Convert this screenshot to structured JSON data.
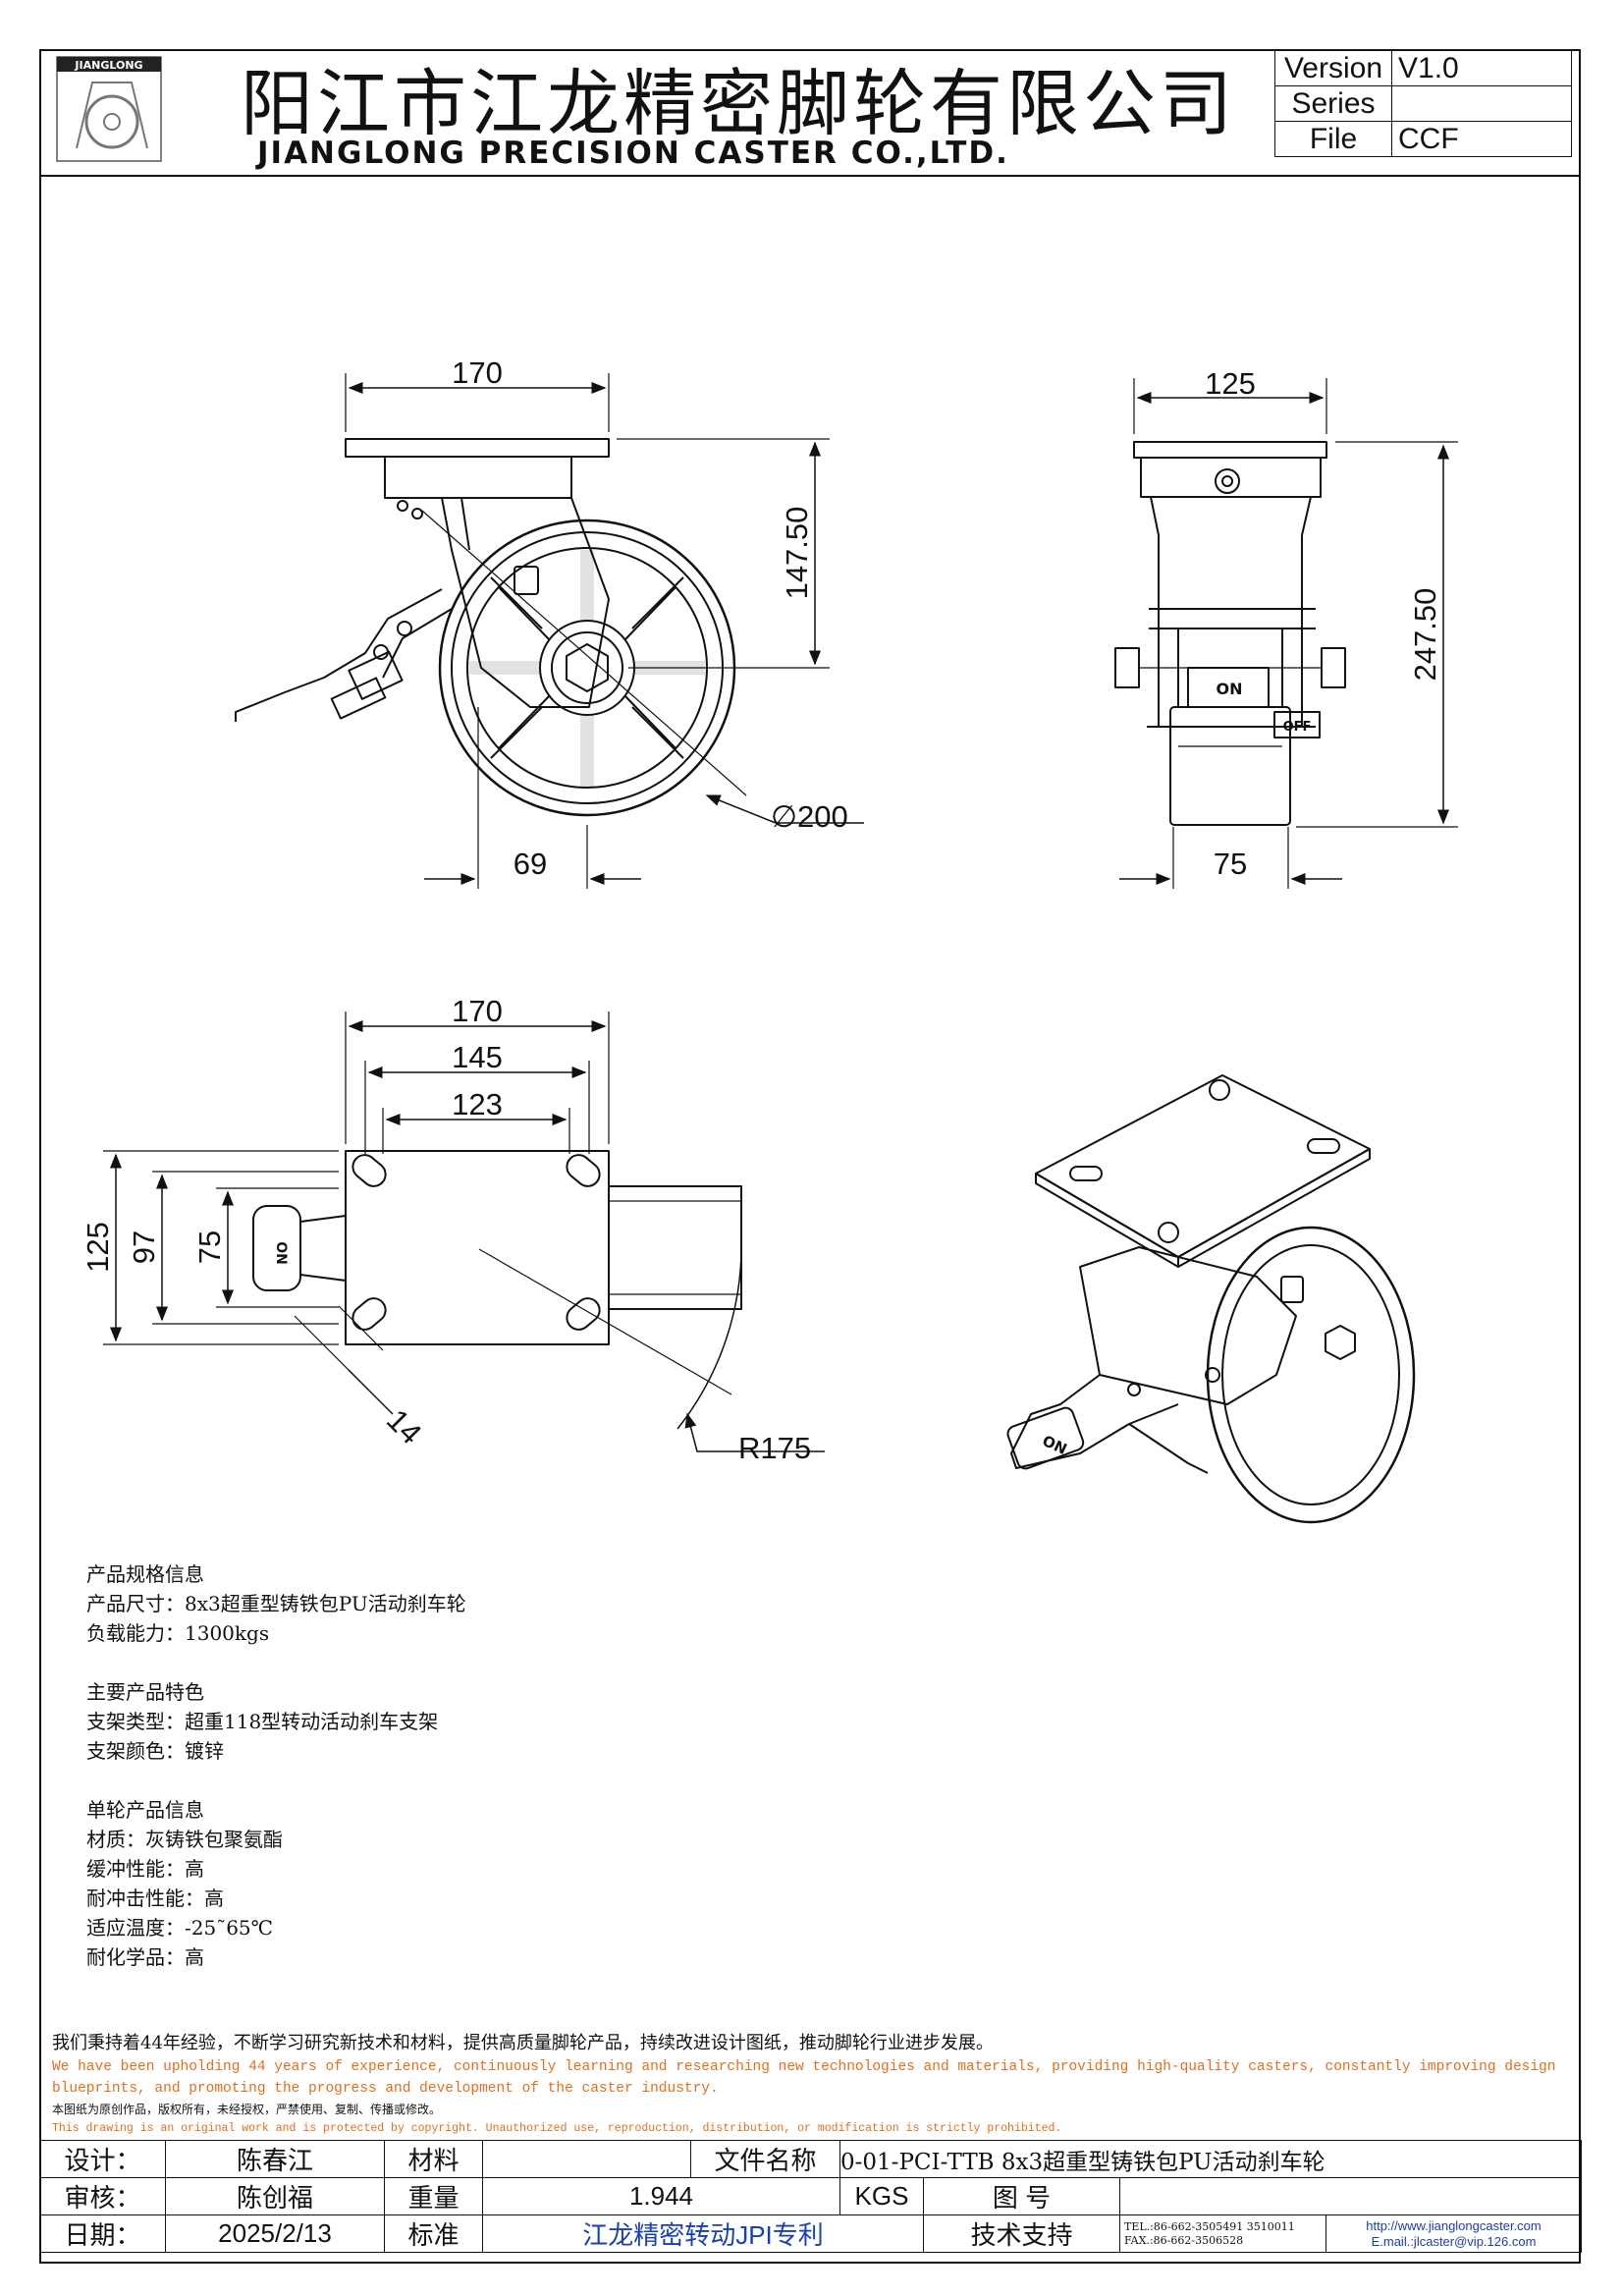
{
  "header": {
    "logo_text": "JIANGLONG",
    "company_cn": "阳江市江龙精密脚轮有限公司",
    "company_en": "JIANGLONG PRECISION CASTER CO.,LTD.",
    "version_label": "Version",
    "version_value": "V1.0",
    "series_label": "Series",
    "series_value": "",
    "file_label": "File",
    "file_value": "CCF"
  },
  "drawing": {
    "side_width": "170",
    "side_height": "147.50",
    "wheel_dia": "∅200",
    "offset": "69",
    "front_width": "125",
    "total_height": "247.50",
    "wheel_width": "75",
    "plate_170": "170",
    "plate_145": "145",
    "plate_123": "123",
    "plate_125": "125",
    "plate_97": "97",
    "plate_75": "75",
    "brake_14": "14",
    "swivel_radius": "R175",
    "label_on": "ON",
    "label_off": "OFF"
  },
  "specs": {
    "h1": "产品规格信息",
    "size": "产品尺寸：8x3超重型铸铁包PU活动刹车轮",
    "load": "负载能力：1300kgs",
    "h2": "主要产品特色",
    "bracket_type": "支架类型：超重118型转动活动刹车支架",
    "bracket_color": "支架颜色：镀锌",
    "h3": "单轮产品信息",
    "material": "材质：灰铸铁包聚氨酯",
    "cushion": "缓冲性能：高",
    "impact": "耐冲击性能：高",
    "temp": "适应温度：-25˜65℃",
    "chemical": "耐化学品：高"
  },
  "notes": {
    "cn_motto": "我们秉持着44年经验，不断学习研究新技术和材料，提供高质量脚轮产品，持续改进设计图纸，推动脚轮行业进步发展。",
    "en_motto": "We have been upholding 44 years of experience, continuously learning and researching new technologies and materials, providing high-quality casters, constantly improving design blueprints, and promoting the progress and development of the caster industry.",
    "cn_copyright": "本图纸为原创作品，版权所有，未经授权，严禁使用、复制、传播或修改。",
    "en_copyright": "This drawing is an original work and is protected by copyright. Unauthorized use, reproduction, distribution, or modification is strictly prohibited."
  },
  "title_block": {
    "design_label": "设计：",
    "designer": "陈春江",
    "material_label": "材料",
    "material_value": "",
    "filename_label": "文件名称",
    "filename_value": "0-01-PCI-TTB 8x3超重型铸铁包PU活动刹车轮",
    "review_label": "审核：",
    "reviewer": "陈创福",
    "weight_label": "重量",
    "weight_value": "1.944",
    "weight_unit": "KGS",
    "drawing_no_label": "图  号",
    "drawing_no_value": "",
    "date_label": "日期：",
    "date_value": "2025/2/13",
    "standard_label": "标准",
    "standard_value": "江龙精密转动JPI专利",
    "support_label": "技术支持",
    "tel": "TEL.:86-662-3505491 3510011",
    "fax": "FAX.:86-662-3506528",
    "website": "http://www.jianglongcaster.com",
    "email": "E.mail.:jlcaster@vip.126.com"
  }
}
